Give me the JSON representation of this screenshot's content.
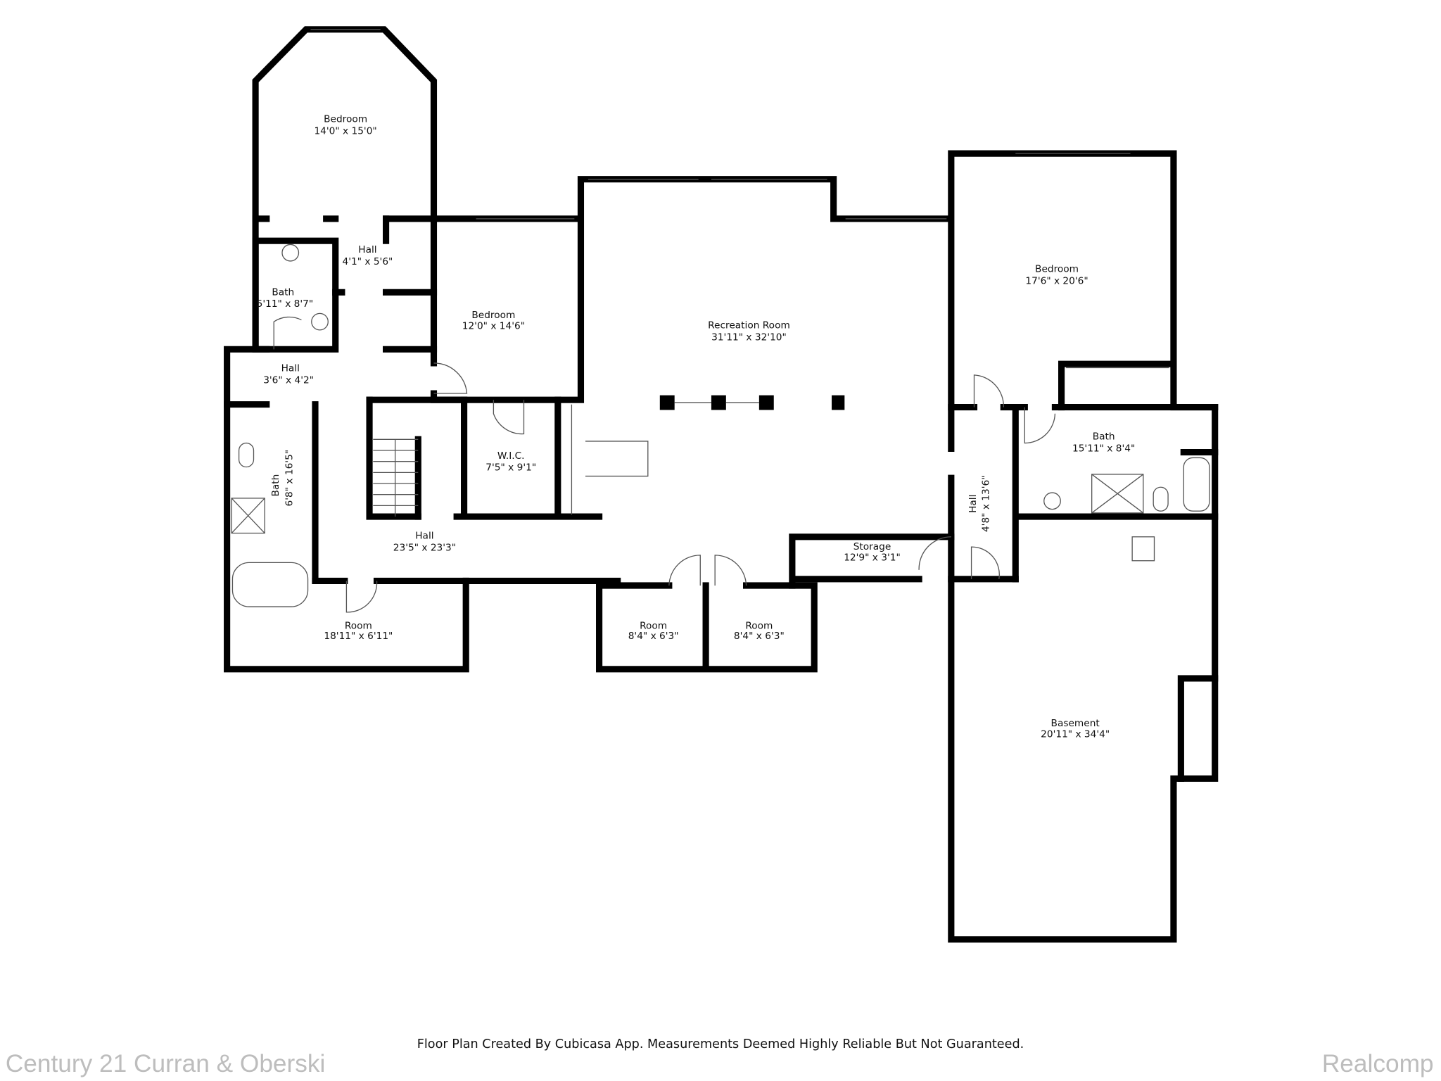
{
  "rooms": [
    {
      "name": "Bedroom",
      "dims": "14'0\" x 15'0\""
    },
    {
      "name": "Hall",
      "dims": "4'1\" x 5'6\""
    },
    {
      "name": "Bath",
      "dims": "5'11\" x 8'7\""
    },
    {
      "name": "Bedroom",
      "dims": "12'0\" x 14'6\""
    },
    {
      "name": "Recreation Room",
      "dims": "31'11\" x 32'10\""
    },
    {
      "name": "Bedroom",
      "dims": "17'6\" x 20'6\""
    },
    {
      "name": "Hall",
      "dims": "3'6\" x 4'2\""
    },
    {
      "name": "Bath",
      "dims": "6'8\" x 16'5\""
    },
    {
      "name": "W.I.C.",
      "dims": "7'5\" x 9'1\""
    },
    {
      "name": "Hall",
      "dims": "23'5\" x 23'3\""
    },
    {
      "name": "Bath",
      "dims": "15'11\" x 8'4\""
    },
    {
      "name": "Hall",
      "dims": "4'8\" x 13'6\""
    },
    {
      "name": "Storage",
      "dims": "12'9\" x 3'1\""
    },
    {
      "name": "Room",
      "dims": "18'11\" x 6'11\""
    },
    {
      "name": "Room",
      "dims": "8'4\" x 6'3\""
    },
    {
      "name": "Room",
      "dims": "8'4\" x 6'3\""
    },
    {
      "name": "Basement",
      "dims": "20'11\" x 34'4\""
    }
  ],
  "footer": "Floor Plan Created By Cubicasa App. Measurements Deemed Highly Reliable But Not Guaranteed.",
  "watermark_left": "Century 21 Curran & Oberski",
  "watermark_right": "Realcomp"
}
